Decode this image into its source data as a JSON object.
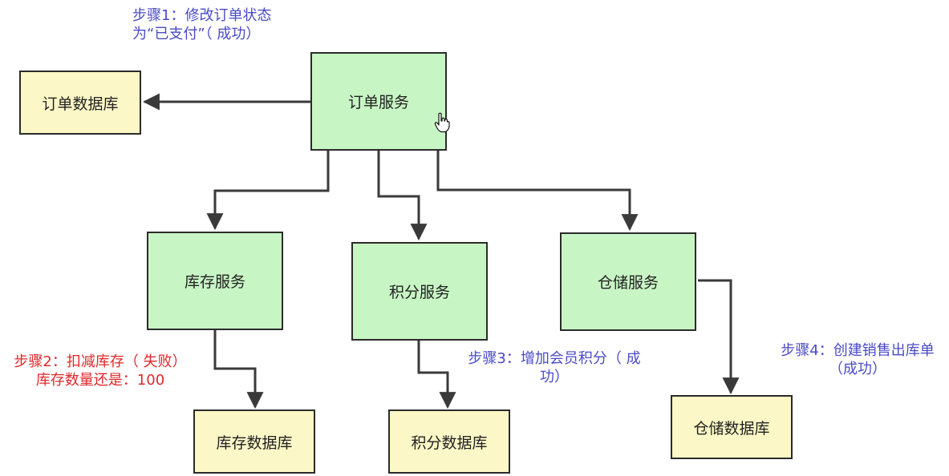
{
  "colors": {
    "service_fill": "#c8f5c4",
    "database_fill": "#fbf7c6",
    "border": "#2b2b2b",
    "arrow": "#3a3a3a",
    "note_blue": "#4a4ac8",
    "note_red": "#e0282a"
  },
  "nodes": {
    "order_service": "订单服务",
    "order_db": "订单数据库",
    "inventory_service": "库存服务",
    "points_service": "积分服务",
    "warehouse_service": "仓储服务",
    "inventory_db": "库存数据库",
    "points_db": "积分数据库",
    "warehouse_db": "仓储数据库"
  },
  "notes": {
    "step1": {
      "line1": "步骤1：修改订单状态",
      "line2": "为“已支付”（ 成功）"
    },
    "step2": {
      "line1": "步骤2：扣减库存（ 失败）",
      "line2": "库存数量还是：100"
    },
    "step3": {
      "line1": "步骤3：增加会员积分（ 成",
      "line2": "功）"
    },
    "step4": {
      "line1": "步骤4：创建销售出库单",
      "line2": "（成功）"
    }
  },
  "icons": {
    "cursor": "hand-pointer-icon"
  }
}
